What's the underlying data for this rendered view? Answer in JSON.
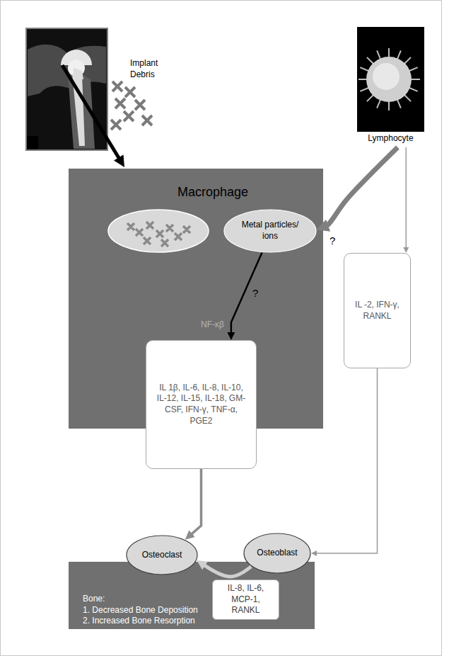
{
  "diagram": {
    "nodes": [
      {
        "text": [
          "Lymphocyte"
        ]
      },
      {
        "text": [
          "Macrophage"
        ]
      },
      {
        "text": [
          "Metal particles/ ions"
        ],
        "in": 1
      },
      {
        "text": [
          "IL 1β, IL-6, IL-8, IL-10, IL-12, IL-15, IL-18, GM-CSF, IFN-γ, TNF-α, PGE2"
        ]
      },
      {
        "text": [
          "IL -2, IFN-γ, RANKL"
        ]
      },
      {
        "text": [
          "Osteoclast"
        ]
      },
      {
        "text": [
          "Osteoblast"
        ]
      },
      {
        "text": [
          "Bone:",
          "1. Decreased Bone Deposition",
          "2. Increased Bone Resorption"
        ]
      },
      {
        "text": [
          "IL-8, IL-6, MCP-1, RANKL"
        ],
        "in": 7
      }
    ],
    "edges": [
      {
        "from": 0,
        "to": 2,
        "label": "?",
        "arrow": "to"
      },
      {
        "from": 2,
        "to": 3,
        "label": "NF-κβ",
        "arrow": "to"
      },
      {
        "from": 0,
        "to": 4,
        "arrow": "to"
      },
      {
        "from": 4,
        "to": 6,
        "arrow": "to"
      },
      {
        "from": 3,
        "to": 5,
        "arrow": "to"
      },
      {
        "from": 6,
        "to": 5,
        "arrow": "to"
      }
    ],
    "labels": [
      "Implant Debris",
      "?"
    ]
  }
}
